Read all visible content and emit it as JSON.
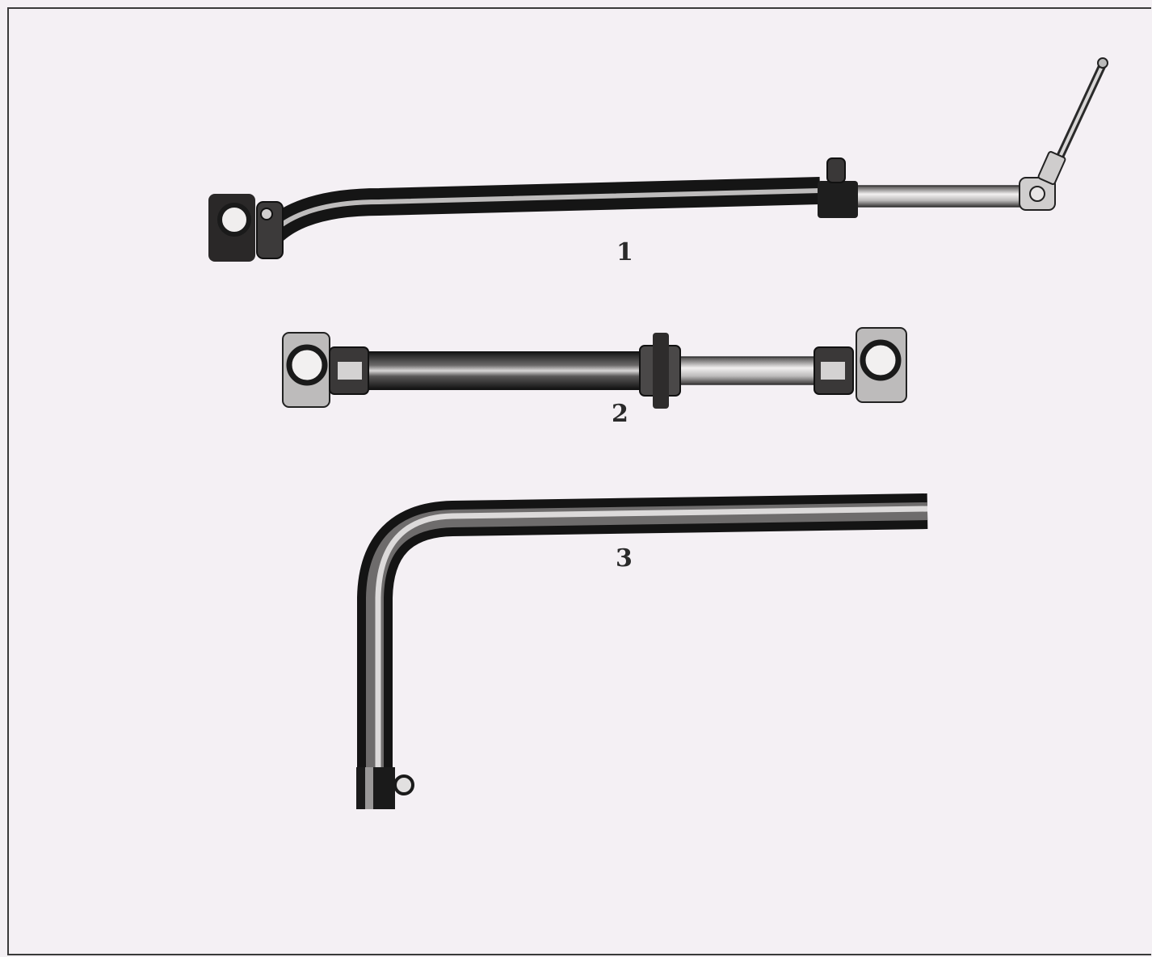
{
  "figures": [
    {
      "label": "1"
    },
    {
      "label": "2"
    },
    {
      "label": "3"
    }
  ],
  "colors": {
    "paper": "#f4f0f4",
    "frame": "#3a3a3a",
    "tube_dark": "#1c1c1c",
    "tube_highlight": "#d8d6d6"
  }
}
